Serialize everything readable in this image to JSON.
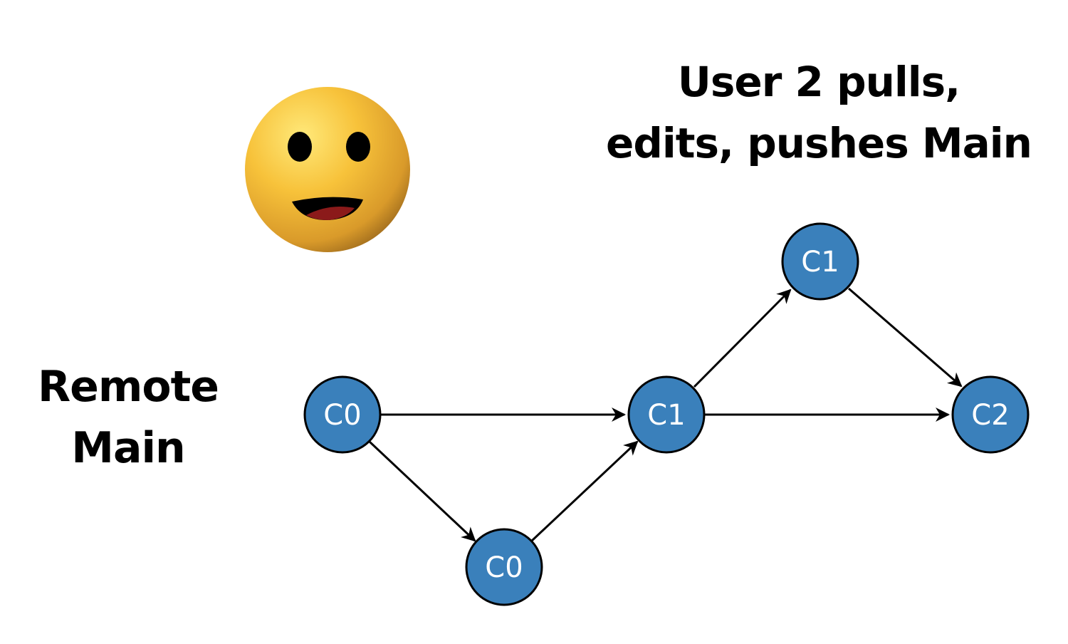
{
  "title": {
    "line1": "User 2 pulls,",
    "line2": "edits, pushes Main"
  },
  "side_label": {
    "line1": "Remote",
    "line2": "Main"
  },
  "emoji": {
    "icon": "smiling-face-icon"
  },
  "colors": {
    "node_fill": "#3a80bb",
    "node_stroke": "#000000",
    "edge": "#000000"
  },
  "nodes": {
    "c0_main": "C0",
    "c0_branch": "C0",
    "c1_main": "C1",
    "c1_branch": "C1",
    "c2_main": "C2"
  },
  "edges": [
    {
      "from": "c0_main",
      "to": "c1_main"
    },
    {
      "from": "c0_main",
      "to": "c0_branch"
    },
    {
      "from": "c0_branch",
      "to": "c1_main"
    },
    {
      "from": "c1_main",
      "to": "c2_main"
    },
    {
      "from": "c1_main",
      "to": "c1_branch"
    },
    {
      "from": "c1_branch",
      "to": "c2_main"
    }
  ]
}
